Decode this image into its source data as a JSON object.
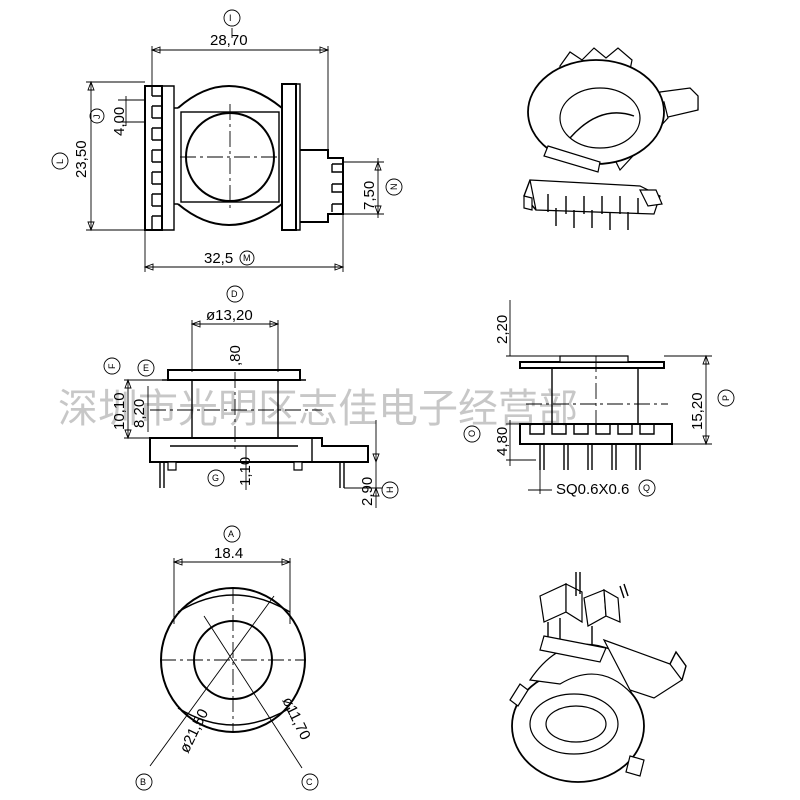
{
  "dimensions": {
    "top_width": "28,70",
    "top_height": "23,50",
    "pin_pitch": "4,00",
    "tab_height": "7,50",
    "overall_width": "32,5",
    "core_diameter": "ø13,20",
    "flange_thickness": ",80",
    "inner_height": "8,20",
    "body_height": "10,10",
    "base_thickness": "1,10",
    "pin_length": "2,90",
    "right_top_gap": "2,20",
    "right_lower_height": "4,80",
    "right_total_height": "15,20",
    "pin_size": "SQ0.6X0.6",
    "bottom_width": "18.4",
    "outer_diameter": "ø21,50",
    "inner_diameter": "ø11,70"
  },
  "callouts": {
    "A": "A",
    "B": "B",
    "C": "C",
    "D": "D",
    "E": "E",
    "F": "F",
    "G": "G",
    "H": "H",
    "J": "J",
    "L": "L",
    "M": "M",
    "N": "N",
    "O": "O",
    "P": "P",
    "Q": "Q",
    "I": "I"
  },
  "watermark": "深圳市光明区志佳电子经营部"
}
